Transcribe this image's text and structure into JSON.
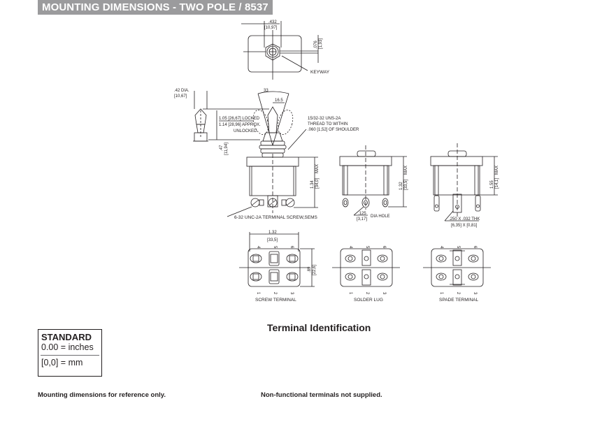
{
  "header": {
    "title": "MOUNTING DIMENSIONS - TWO POLE / 8537"
  },
  "top_view": {
    "width_in": ".432",
    "width_mm": "[10,97]",
    "keyway_in": ".076",
    "keyway_mm": "[1,93]",
    "keyway_label": "KEYWAY"
  },
  "side_view": {
    "dia_in": ".42 DIA.",
    "dia_mm": "[10,67]",
    "angle_total": "33",
    "angle_half": "16.5",
    "locked": "1.05 [26,67] LOCKED",
    "approx": "1.14 [28,96] APPROX.",
    "unlocked": "UNLOCKED",
    "thread_line1": "15/32-32 UNS-2A",
    "thread_line2": "THREAD TO WITHIN",
    "thread_line3": ".060  [1,52] OF SHOULDER",
    "bushing_in": ".47",
    "bushing_mm": "[11,94]"
  },
  "screw_view": {
    "height_in": "1.34",
    "height_mm": "[34,0]",
    "max": "MAX",
    "note": "6-32 UNC-2A  TERMINAL SCREW,SEMS"
  },
  "solder_view": {
    "height_in": "1.32",
    "height_mm": "[33,5]",
    "max": "MAX",
    "hole_in": ".125",
    "hole_mm": "[3,17]",
    "hole_label": "DIA HOLE"
  },
  "spade_view": {
    "height_in": "1.55",
    "height_mm": "[14,1]",
    "max": "MAX",
    "spade_in": ".250 X .032 THK",
    "spade_mm": "[6,35] X [0,81]"
  },
  "terminal_views": [
    {
      "label": "SCREW TERMINAL",
      "width_in": "1.32",
      "width_mm": "[33,5]",
      "depth_in": ".89",
      "depth_mm": "[22,6]"
    },
    {
      "label": "SOLDER LUG"
    },
    {
      "label": "SPADE TERMINAL"
    }
  ],
  "terminal_numbers": {
    "top": [
      "4",
      "5",
      "6"
    ],
    "bottom": [
      "1",
      "2",
      "3"
    ]
  },
  "standard": {
    "title": "STANDARD",
    "inches": "0.00 = inches",
    "mm": "[0,0] = mm"
  },
  "terminal_identification": "Terminal Identification",
  "notes": {
    "left": "Mounting dimensions for reference only.",
    "right": "Non-functional terminals not supplied."
  }
}
